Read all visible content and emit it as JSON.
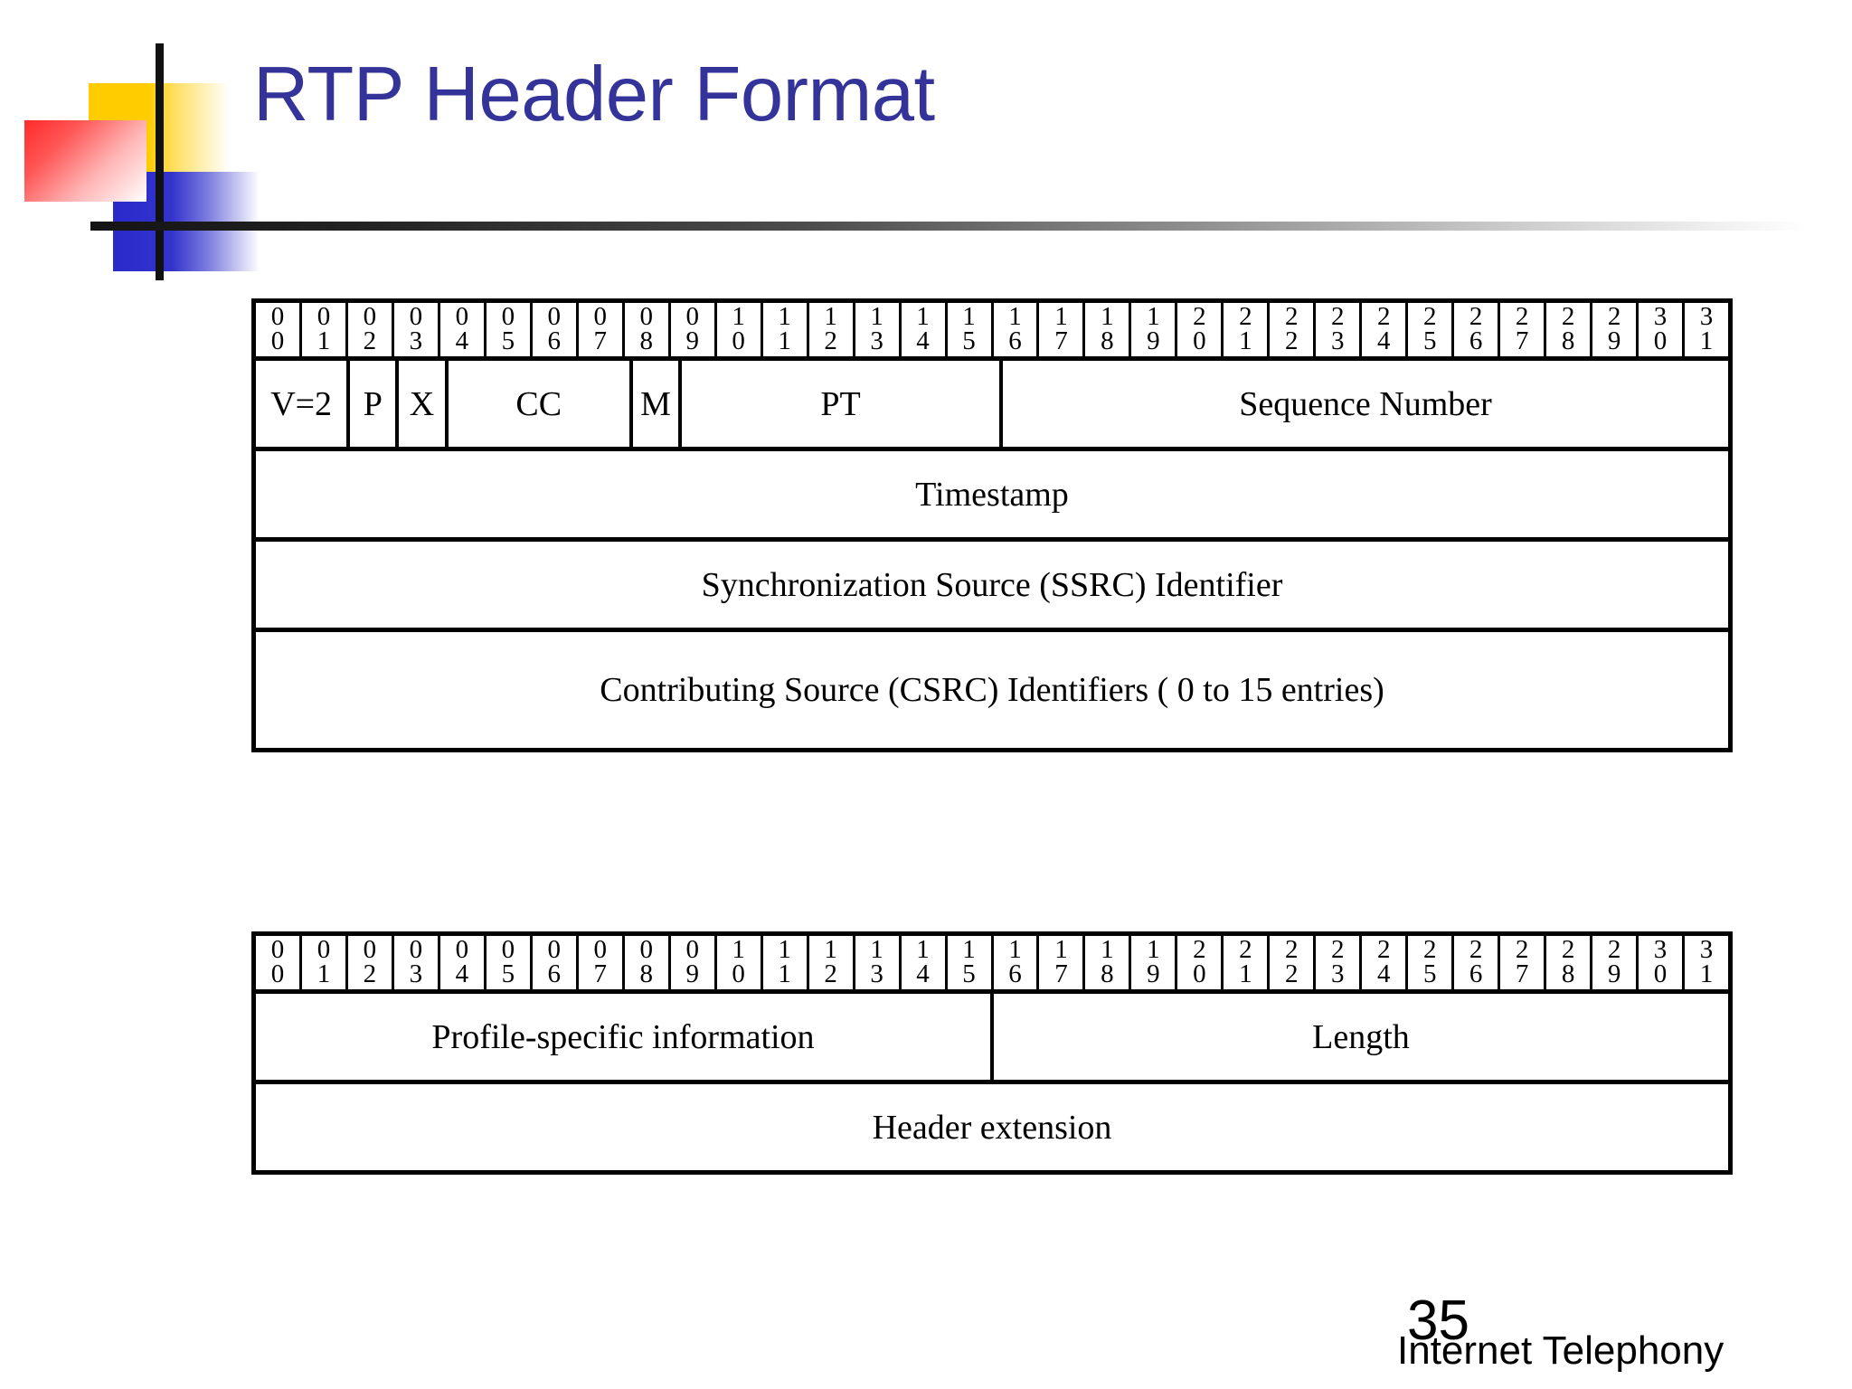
{
  "slide": {
    "title": "RTP Header Format",
    "title_color": "#333399",
    "slide_number": "35",
    "footer_text": "Internet Telephony"
  },
  "bit_ruler": {
    "labels": [
      "00",
      "01",
      "02",
      "03",
      "04",
      "05",
      "06",
      "07",
      "08",
      "09",
      "10",
      "11",
      "12",
      "13",
      "14",
      "15",
      "16",
      "17",
      "18",
      "19",
      "20",
      "21",
      "22",
      "23",
      "24",
      "25",
      "26",
      "27",
      "28",
      "29",
      "30",
      "31"
    ]
  },
  "diagrams": [
    {
      "name": "rtp-header",
      "rows": [
        {
          "fields": [
            {
              "label": "V=2",
              "bits": 2
            },
            {
              "label": "P",
              "bits": 1
            },
            {
              "label": "X",
              "bits": 1
            },
            {
              "label": "CC",
              "bits": 4
            },
            {
              "label": "M",
              "bits": 1
            },
            {
              "label": "PT",
              "bits": 7
            },
            {
              "label": "Sequence Number",
              "bits": 16
            }
          ]
        },
        {
          "fields": [
            {
              "label": "Timestamp",
              "bits": 32
            }
          ]
        },
        {
          "fields": [
            {
              "label": "Synchronization Source (SSRC) Identifier",
              "bits": 32
            }
          ]
        },
        {
          "fields": [
            {
              "label": "Contributing Source (CSRC) Identifiers ( 0 to 15 entries)",
              "bits": 32
            }
          ]
        }
      ]
    },
    {
      "name": "header-extension",
      "rows": [
        {
          "fields": [
            {
              "label": "Profile-specific information",
              "bits": 16
            },
            {
              "label": "Length",
              "bits": 16
            }
          ]
        },
        {
          "fields": [
            {
              "label": "Header extension",
              "bits": 32
            }
          ]
        }
      ]
    }
  ]
}
